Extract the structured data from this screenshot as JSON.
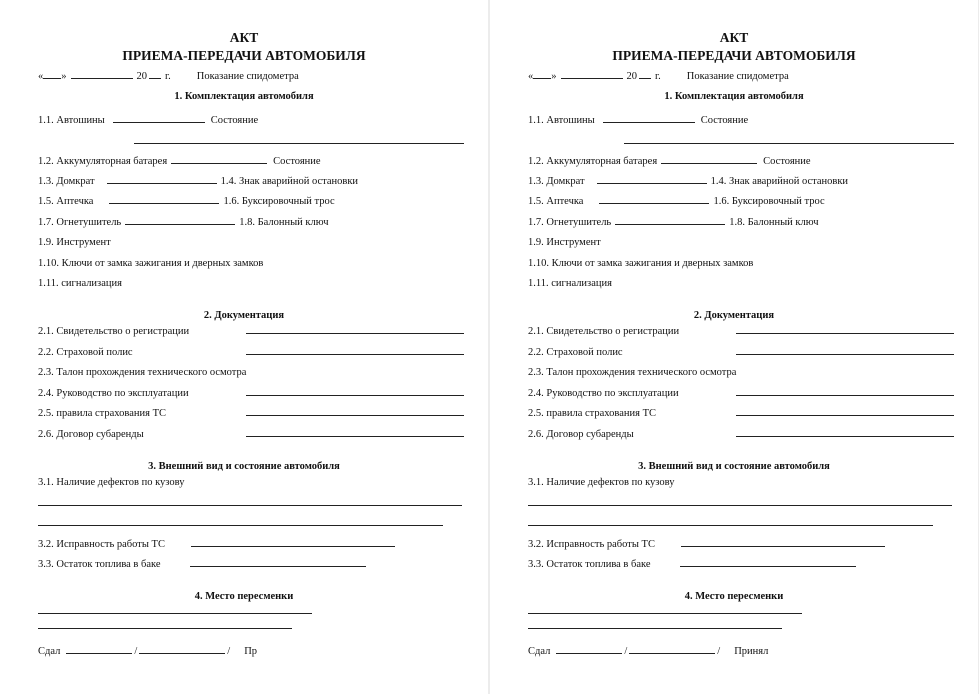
{
  "pages": [
    {
      "id": "left",
      "receiver_label": "Пр"
    },
    {
      "id": "right",
      "receiver_label": "Принял"
    }
  ],
  "act": {
    "title_line1": "АКТ",
    "title_line2": "ПРИЕМА-ПЕРЕДАЧИ АВТОМОБИЛЯ",
    "date_day_open": "«",
    "date_day_close": "»",
    "date_year_prefix": "20",
    "date_year_suffix": "г.",
    "odometer_label": "Показание спидометра"
  },
  "section1": {
    "heading": "1. Комплектация автомобиля",
    "tires": "1.1. Автошины",
    "state": "Состояние",
    "battery": "1.2. Аккумуляторная батарея",
    "jack": "1.3. Домкрат",
    "warning_sign": "1.4. Знак аварийной остановки",
    "first_aid": "1.5. Аптечка",
    "tow_rope": "1.6. Буксировочный трос",
    "extinguisher": "1.7. Огнетушитель",
    "wheel_wrench": "1.8. Балонный ключ",
    "tools": "1.9. Инструмент",
    "keys": "1.10. Ключи от замка зажигания и дверных замков",
    "alarm": "1.11. сигнализация"
  },
  "section2": {
    "heading": "2. Документация",
    "registration": "2.1. Свидетельство о регистрации",
    "insurance": "2.2. Страховой полис",
    "inspection": "2.3. Талон прохождения технического осмотра",
    "manual": "2.4. Руководство по эксплуатации",
    "insurance_rules": "2.5. правила страхования ТС",
    "sublease": "2.6. Договор субаренды"
  },
  "section3": {
    "heading": "3. Внешний вид и состояние автомобиля",
    "defects": "3.1. Наличие дефектов по кузову",
    "working_order": "3.2. Исправность работы ТС",
    "fuel": "3.3. Остаток топлива в баке"
  },
  "section4": {
    "heading": "4. Место пересменки"
  },
  "signatures": {
    "handed_label": "Сдал",
    "separator": "/"
  }
}
